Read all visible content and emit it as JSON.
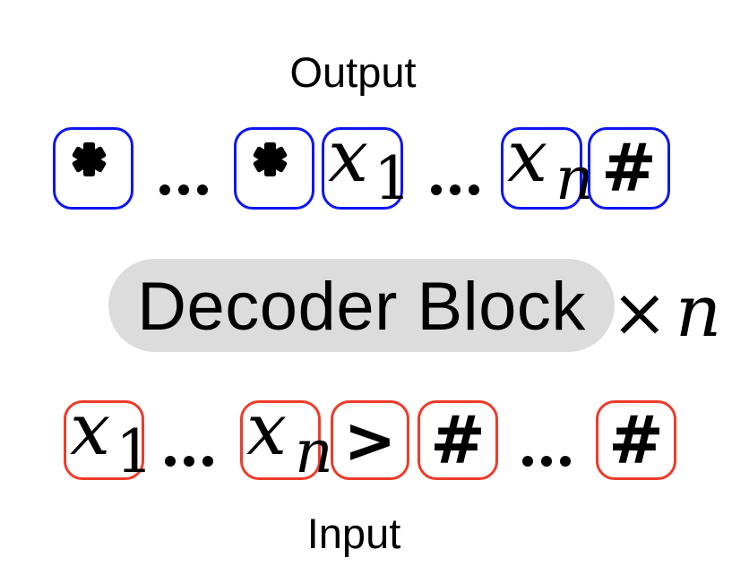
{
  "labels": {
    "output": "Output",
    "input": "Input"
  },
  "decoder_pill": {
    "label": "Decoder Block"
  },
  "multiplier": {
    "times": "×",
    "variable": "n"
  },
  "colors": {
    "output_box_border": "#0e16f1",
    "input_box_border": "#ee3b2b",
    "pill_background": "#dcdcdc",
    "ink": "#000000",
    "background": "#ffffff"
  },
  "output_row": {
    "tokens": [
      {
        "type": "asterisk",
        "symbol": "✱"
      },
      {
        "type": "ellipsis",
        "symbol": "..."
      },
      {
        "type": "asterisk",
        "symbol": "✱"
      },
      {
        "type": "math",
        "base": "x",
        "sub": "1"
      },
      {
        "type": "ellipsis",
        "symbol": "..."
      },
      {
        "type": "math",
        "base": "x",
        "sub": "n"
      },
      {
        "type": "symbol",
        "symbol": "#"
      }
    ]
  },
  "input_row": {
    "tokens": [
      {
        "type": "math",
        "base": "x",
        "sub": "1"
      },
      {
        "type": "ellipsis",
        "symbol": "..."
      },
      {
        "type": "math",
        "base": "x",
        "sub": "n"
      },
      {
        "type": "symbol",
        "symbol": ">"
      },
      {
        "type": "symbol",
        "symbol": "#"
      },
      {
        "type": "ellipsis",
        "symbol": "..."
      },
      {
        "type": "symbol",
        "symbol": "#"
      }
    ]
  }
}
